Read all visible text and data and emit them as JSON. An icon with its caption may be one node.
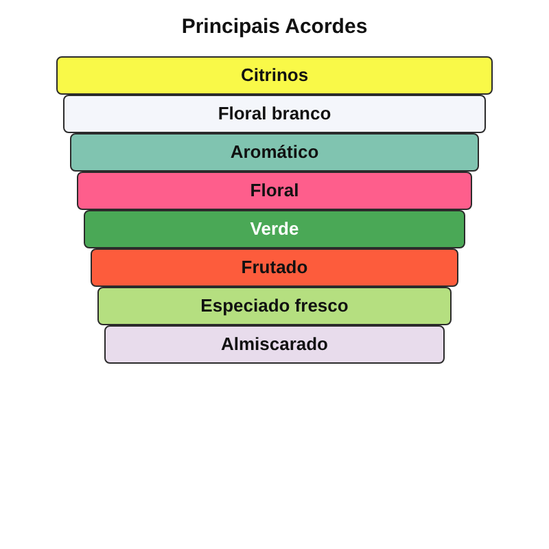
{
  "diagram": {
    "title": "Principais Acordes",
    "nodes": [
      {
        "text": [
          "Citrinos"
        ]
      },
      {
        "text": [
          "Floral branco"
        ]
      },
      {
        "text": [
          "Aromático"
        ]
      },
      {
        "text": [
          "Floral"
        ]
      },
      {
        "text": [
          "Verde"
        ]
      },
      {
        "text": [
          "Frutado"
        ]
      },
      {
        "text": [
          "Especiado fresco"
        ]
      },
      {
        "text": [
          "Almiscarado"
        ]
      }
    ]
  }
}
